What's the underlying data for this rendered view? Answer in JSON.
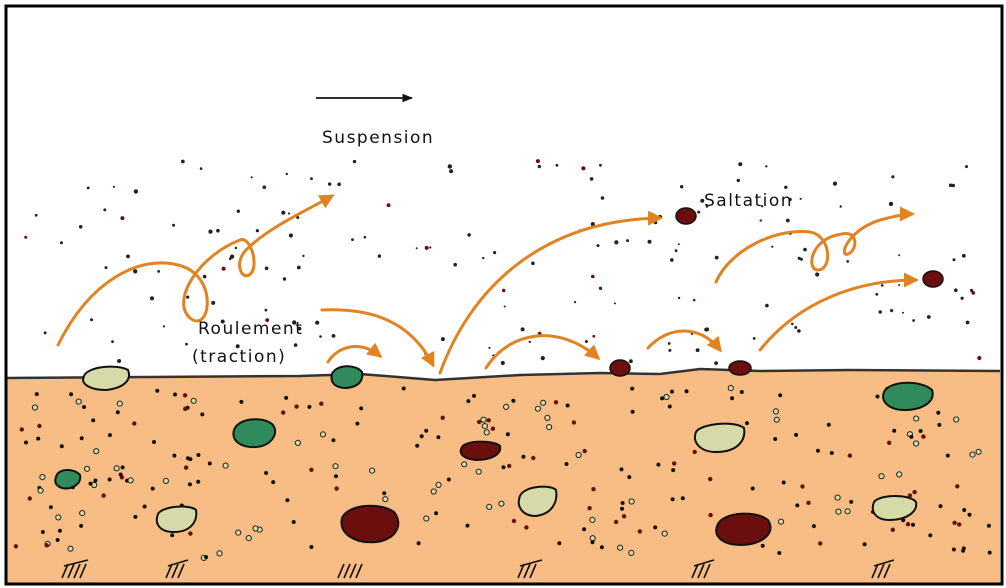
{
  "labels": {
    "suspension": "Suspension",
    "saltation": "Saltation",
    "rolling": "Roulement",
    "traction": "(traction)"
  },
  "colors": {
    "sky": "#ffffff",
    "ground": "#f8bd84",
    "arrow": "#e08320",
    "pebble_green": "#2f8a5c",
    "pebble_dark": "#6a0e0e",
    "pebble_beige": "#d6d9a8",
    "outline": "#111111",
    "border": "#000000"
  },
  "icons": {
    "flow_direction": "right-arrow-icon",
    "bedding": "hatch-mark-icon"
  }
}
